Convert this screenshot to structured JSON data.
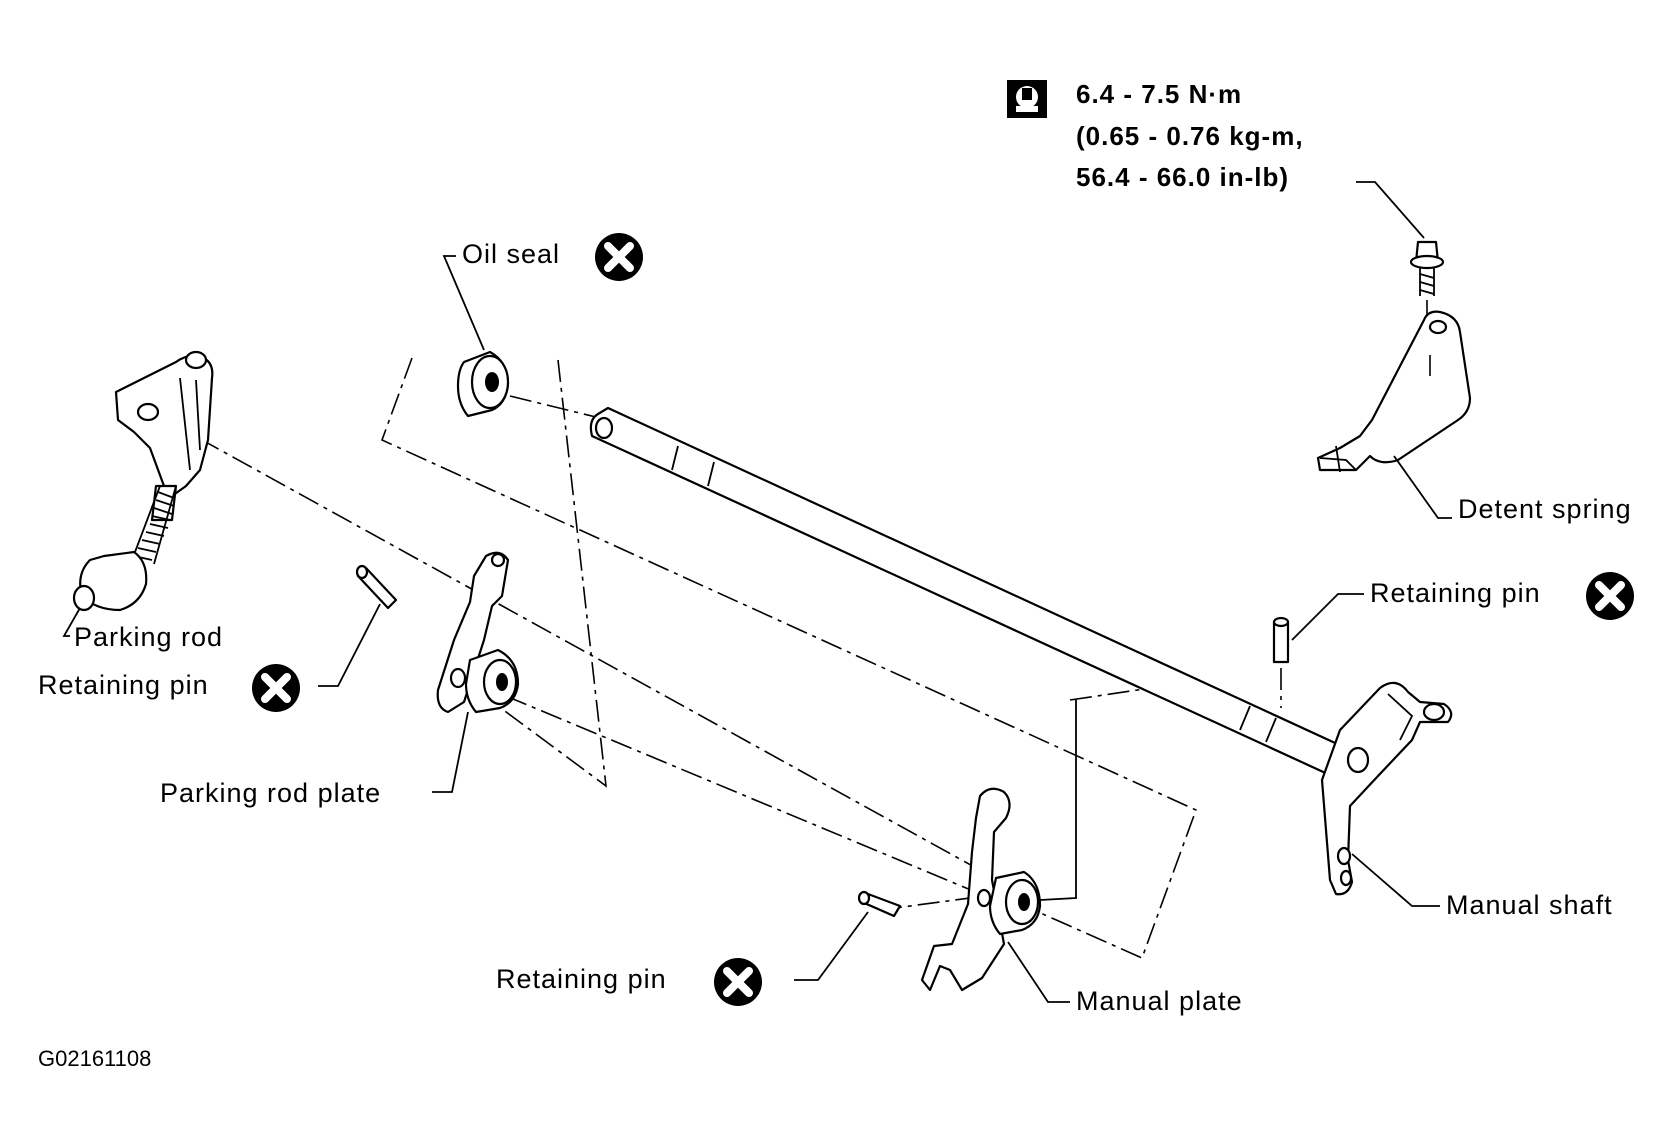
{
  "torque": {
    "line1": "6.4 - 7.5 N·m",
    "line2": "(0.65 - 0.76 kg-m,",
    "line3": "56.4 - 66.0 in-lb)",
    "icon": "torque-wrench-icon"
  },
  "labels": {
    "oil_seal": "Oil seal",
    "detent_spring": "Detent spring",
    "retaining_pin_right": "Retaining pin",
    "parking_rod": "Parking rod",
    "retaining_pin_left": "Retaining pin",
    "parking_rod_plate": "Parking rod plate",
    "manual_shaft": "Manual shaft",
    "retaining_pin_bottom": "Retaining pin",
    "manual_plate": "Manual plate"
  },
  "replace_icon": "do-not-reuse-icon",
  "figure_code": "G02161108"
}
